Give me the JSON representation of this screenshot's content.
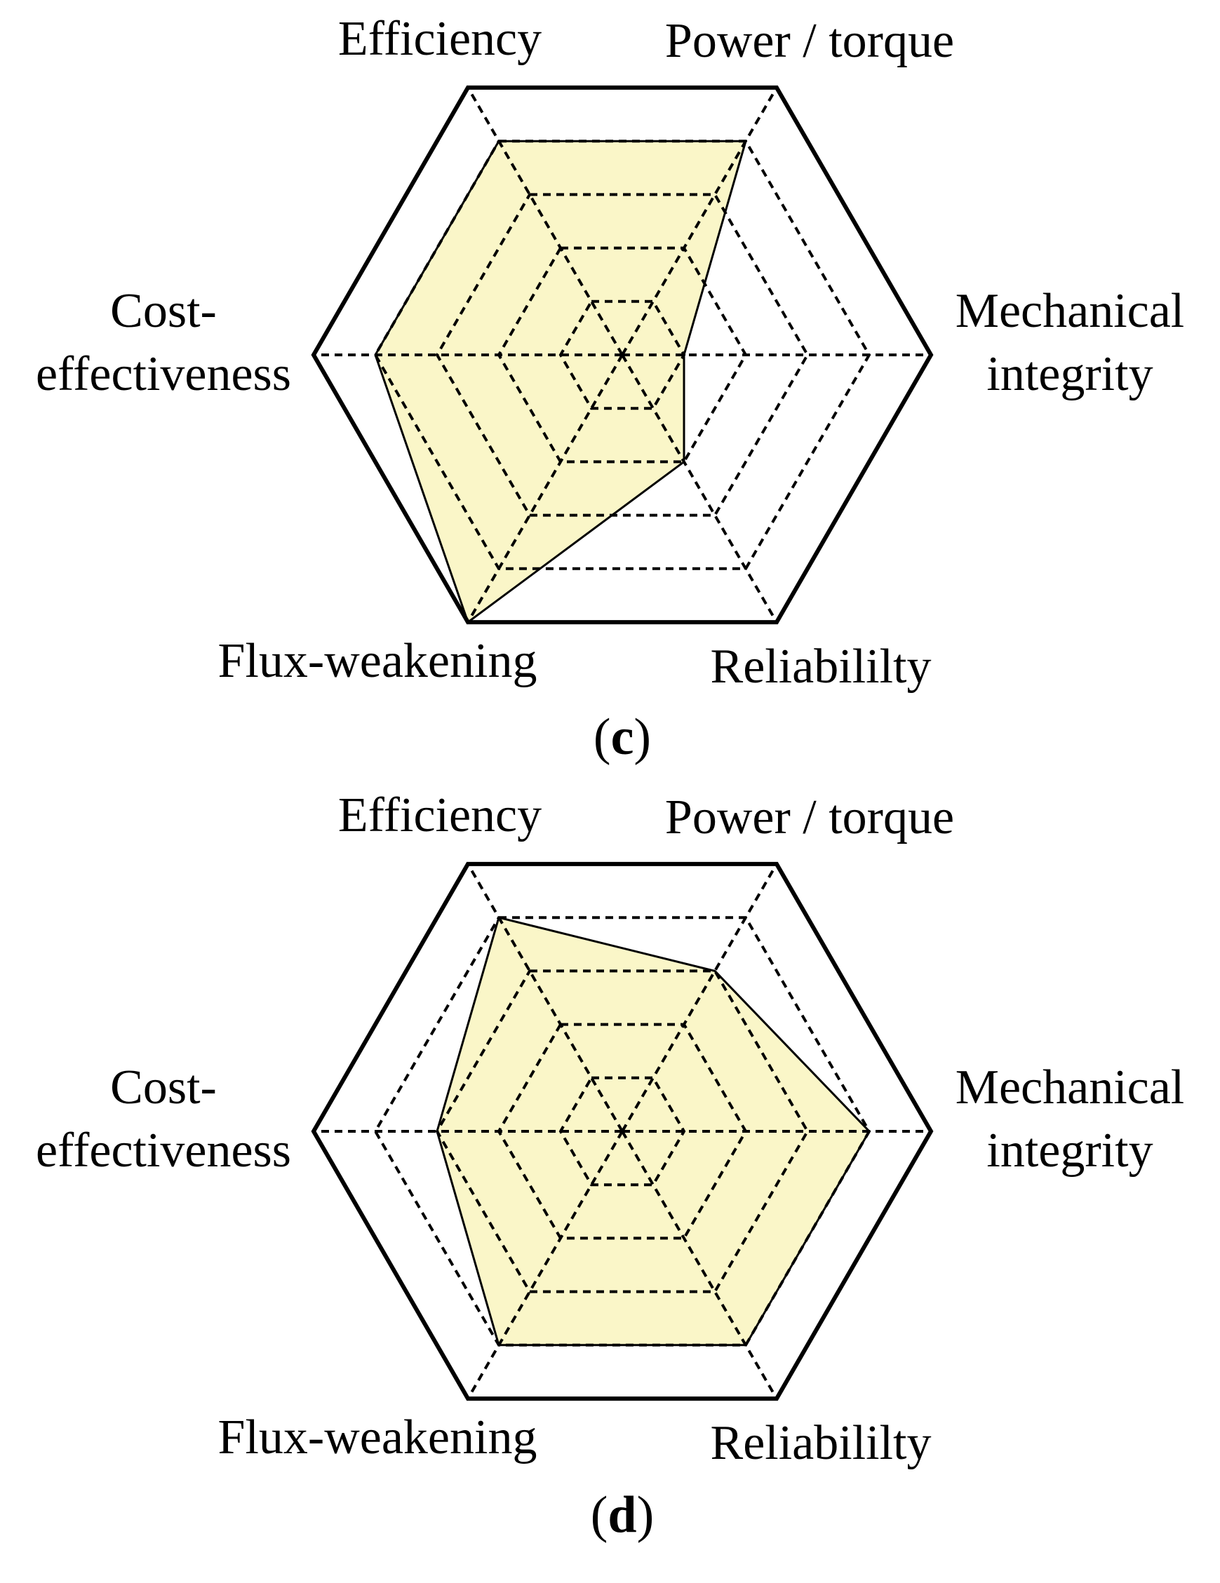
{
  "chart_data": [
    {
      "type": "radar",
      "panel_label": "c",
      "axes": [
        {
          "label_lines": [
            "Efficiency"
          ]
        },
        {
          "label_lines": [
            "Power / torque"
          ]
        },
        {
          "label_lines": [
            "Mechanical",
            "integrity"
          ]
        },
        {
          "label_lines": [
            "Reliabililty"
          ]
        },
        {
          "label_lines": [
            "Flux-weakening"
          ]
        },
        {
          "label_lines": [
            "Cost-",
            "effectiveness"
          ]
        }
      ],
      "levels": 5,
      "range": [
        0,
        5
      ],
      "series": [
        {
          "values": [
            4,
            4,
            1,
            2,
            5,
            4
          ],
          "fill": "#faf6c8",
          "stroke": "#000000"
        }
      ]
    },
    {
      "type": "radar",
      "panel_label": "d",
      "axes": [
        {
          "label_lines": [
            "Efficiency"
          ]
        },
        {
          "label_lines": [
            "Power / torque"
          ]
        },
        {
          "label_lines": [
            "Mechanical",
            "integrity"
          ]
        },
        {
          "label_lines": [
            "Reliabililty"
          ]
        },
        {
          "label_lines": [
            "Flux-weakening"
          ]
        },
        {
          "label_lines": [
            "Cost-",
            "effectiveness"
          ]
        }
      ],
      "levels": 5,
      "range": [
        0,
        5
      ],
      "series": [
        {
          "values": [
            4,
            3,
            4,
            4,
            4,
            3
          ],
          "fill": "#faf6c8",
          "stroke": "#000000"
        }
      ]
    }
  ]
}
